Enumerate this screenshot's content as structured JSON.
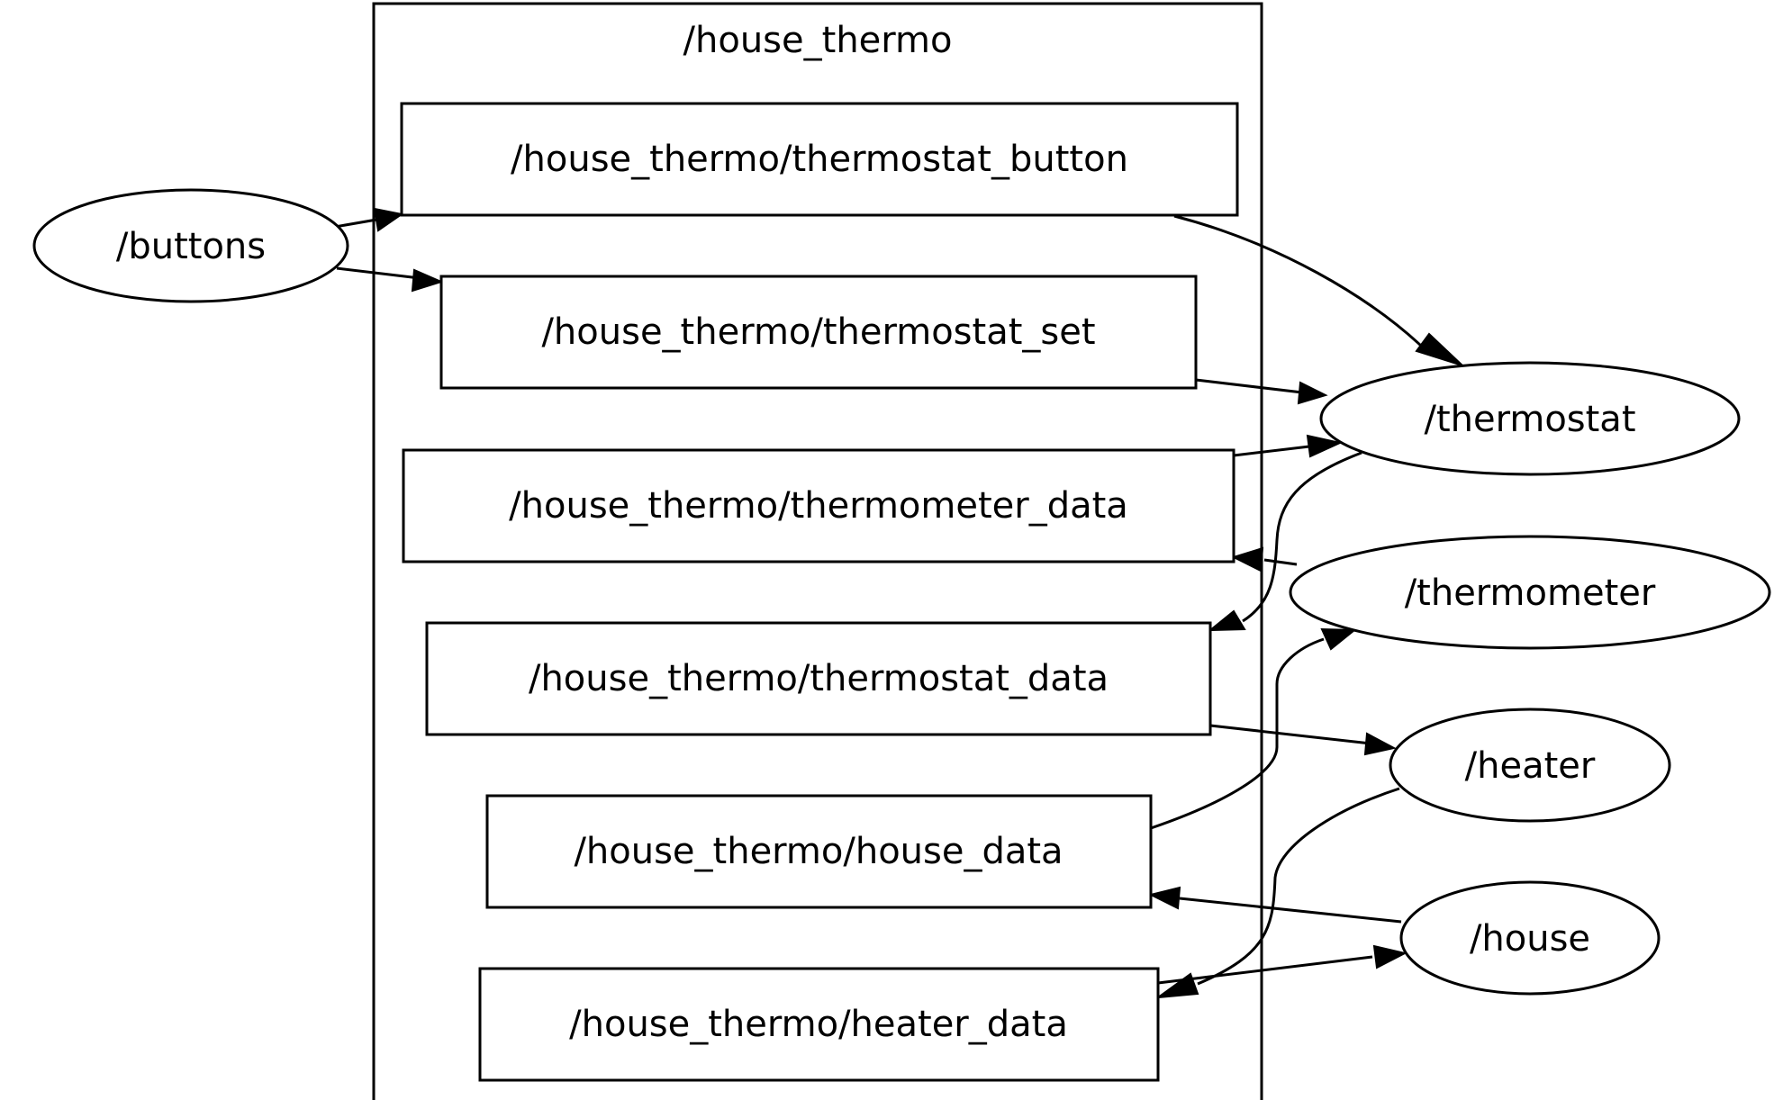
{
  "cluster": {
    "label": "/house_thermo"
  },
  "topics": {
    "thermostat_button": "/house_thermo/thermostat_button",
    "thermostat_set": "/house_thermo/thermostat_set",
    "thermometer_data": "/house_thermo/thermometer_data",
    "thermostat_data": "/house_thermo/thermostat_data",
    "house_data": "/house_thermo/house_data",
    "heater_data": "/house_thermo/heater_data"
  },
  "nodes": {
    "buttons": "/buttons",
    "thermostat": "/thermostat",
    "thermometer": "/thermometer",
    "heater": "/heater",
    "house": "/house"
  },
  "colors": {
    "stroke": "#000000",
    "background": "#ffffff"
  }
}
